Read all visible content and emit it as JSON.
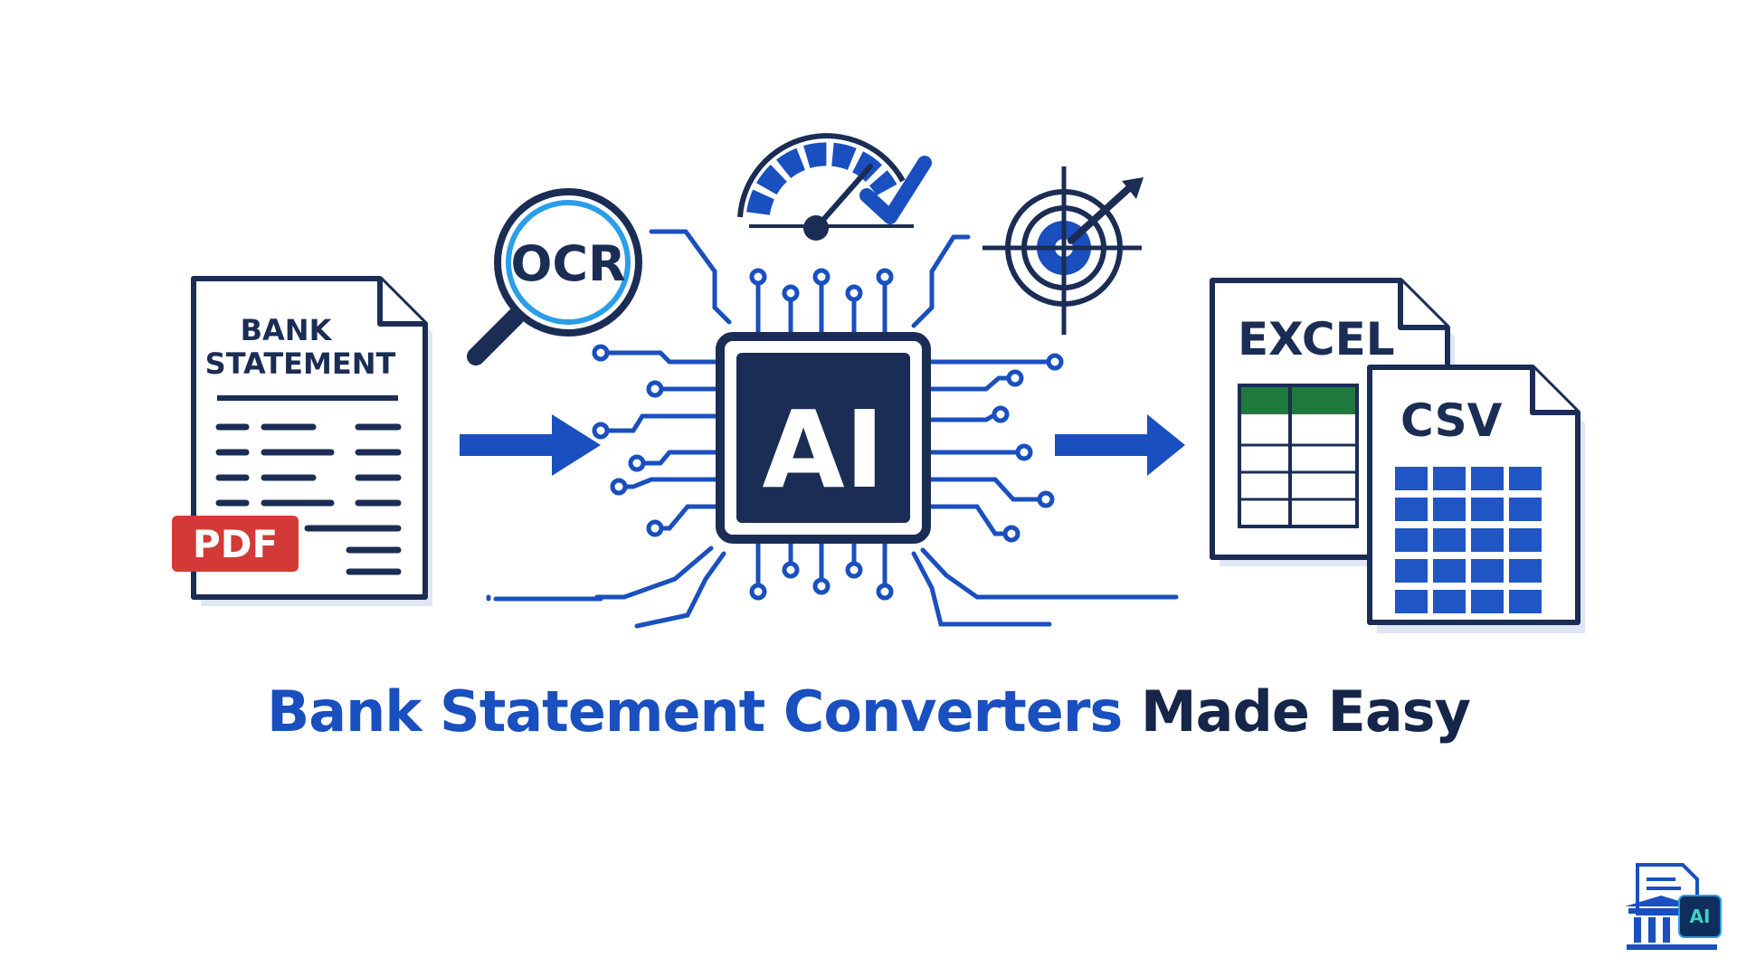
{
  "source_doc": {
    "title_line1": "BANK",
    "title_line2": "STATEMENT",
    "badge": "PDF"
  },
  "ocr": {
    "label": "OCR"
  },
  "chip": {
    "label": "AI"
  },
  "excel": {
    "label": "EXCEL"
  },
  "csv": {
    "label": "CSV"
  },
  "headline": {
    "part1": "Bank Statement Converters",
    "part2": "Made Easy"
  },
  "corner_logo": {
    "label": "AI"
  },
  "colors": {
    "navy": "#1b2d55",
    "blue": "#1a4fbf",
    "pdf_red": "#d33a37",
    "excel_green": "#1e7a3c",
    "csv_blue": "#1f56c3"
  },
  "icons": [
    "magnifier-icon",
    "speedometer-icon",
    "checkmark-icon",
    "target-icon",
    "arrow-right-icon",
    "ai-chip-icon",
    "bank-logo-icon"
  ]
}
